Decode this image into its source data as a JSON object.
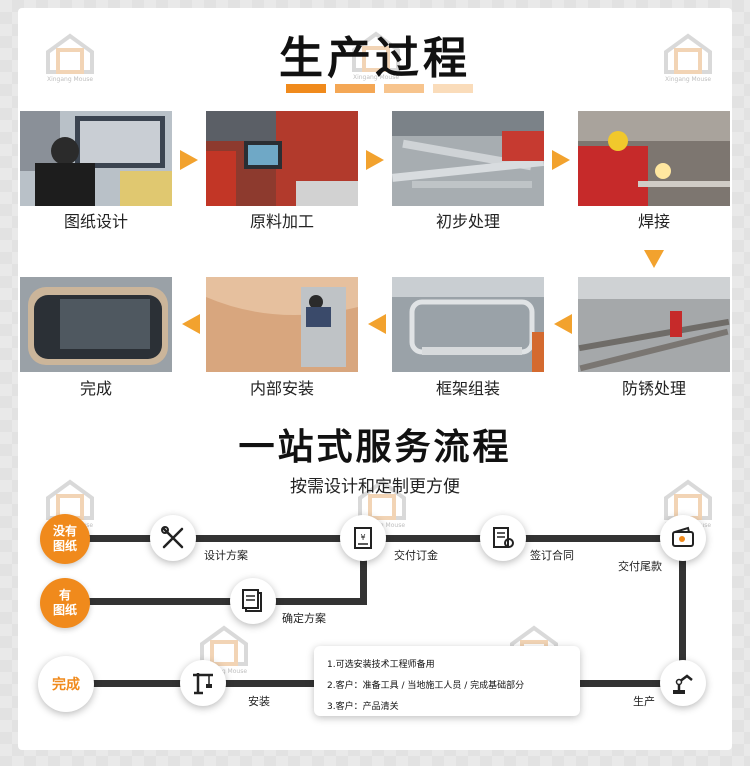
{
  "section1": {
    "title": "生产过程",
    "steps": [
      "图纸设计",
      "原料加工",
      "初步处理",
      "焊接",
      "防锈处理",
      "框架组装",
      "内部安装",
      "完成"
    ]
  },
  "section2": {
    "title": "一站式服务流程",
    "subtitle": "按需设计和定制更方便",
    "start_no_drawing": [
      "没有",
      "图纸"
    ],
    "start_with_drawing": [
      "有",
      "图纸"
    ],
    "finish": "完成",
    "flow": [
      "设计方案",
      "交付订金",
      "签订合同",
      "交付尾款",
      "确定方案",
      "生产",
      "安装"
    ],
    "notes": [
      "1.可选安装技术工程师备用",
      "2.客户：准备工具 / 当地施工人员 / 完成基础部分",
      "3.客户：产品清关"
    ]
  },
  "watermark": "Xingang Mouse",
  "colors": {
    "accent": "#f08a1c",
    "arrow": "#f2a22e",
    "line": "#333333"
  },
  "icons": [
    "tools-icon",
    "receipt-icon",
    "contract-icon",
    "wallet-icon",
    "document-icon",
    "robot-arm-icon",
    "crane-icon"
  ]
}
